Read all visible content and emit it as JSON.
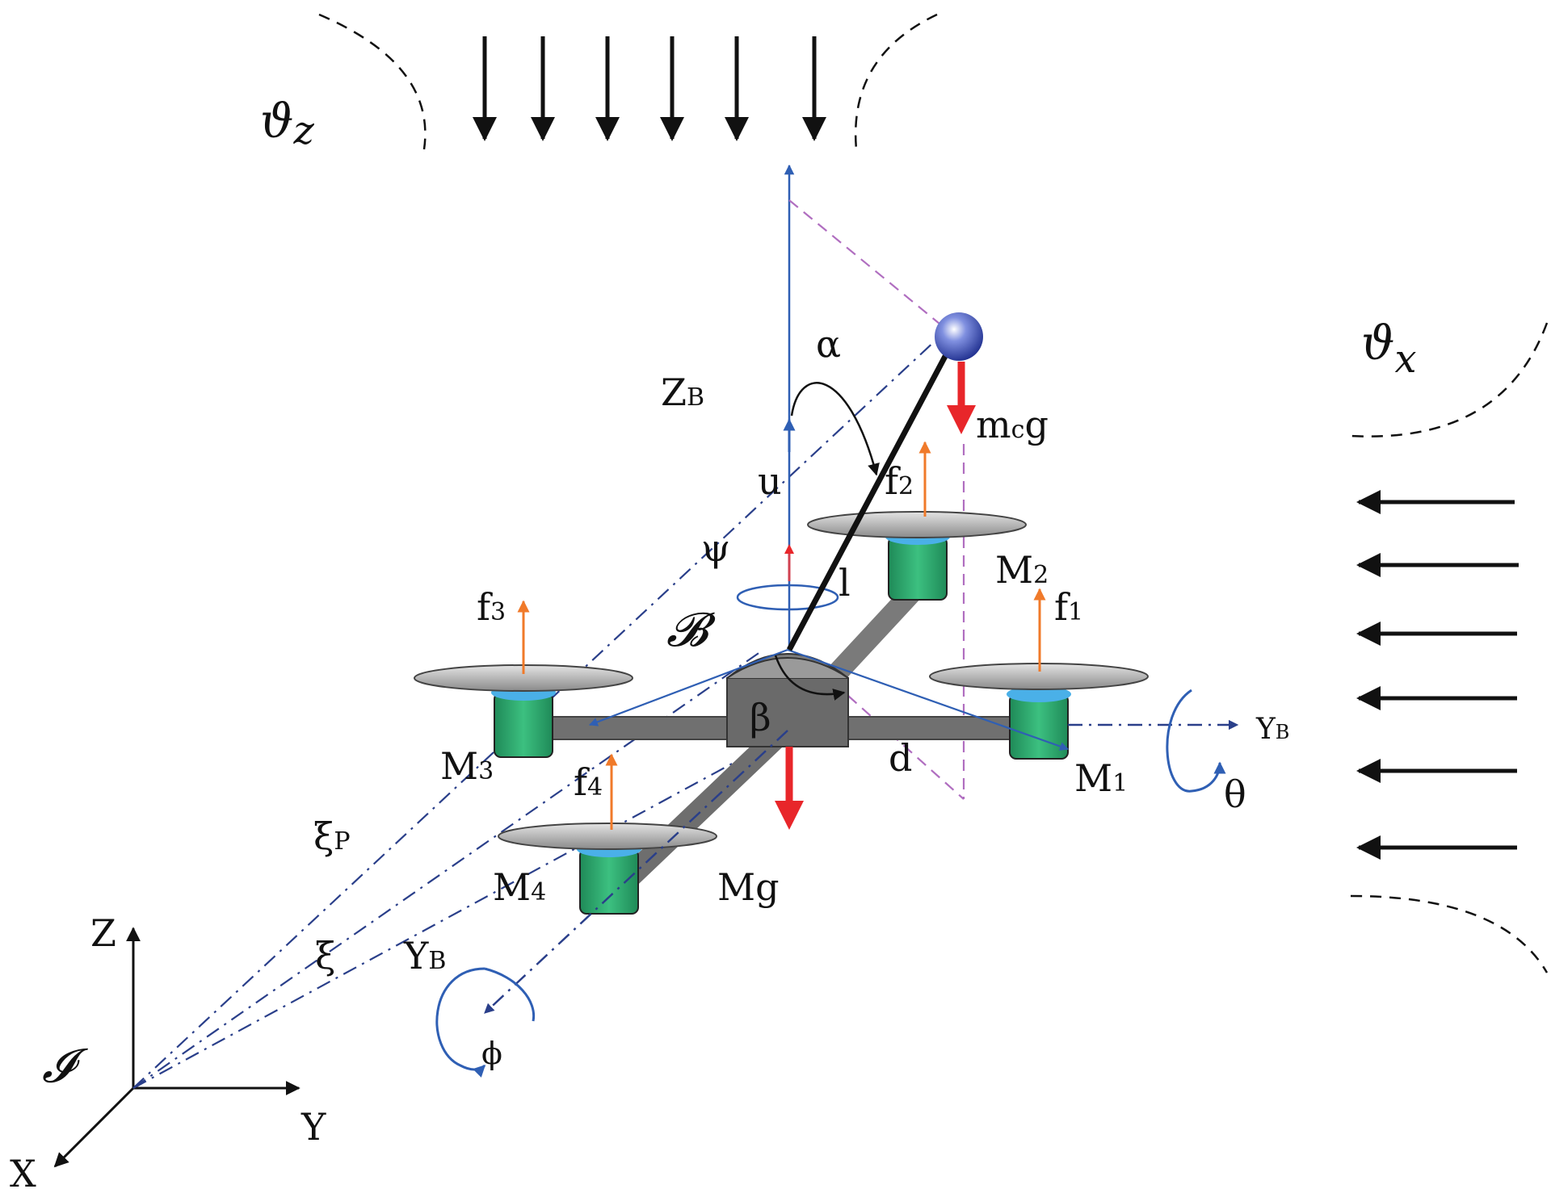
{
  "labels": {
    "theta_z": "ϑ",
    "theta_z_sub": "z",
    "theta_x": "ϑ",
    "theta_x_sub": "x",
    "alpha": "α",
    "zb": "Z",
    "zb_sub": "B",
    "mcg": "m",
    "mcg_sub": "c",
    "mcg_g": "g",
    "u": "u",
    "f2": "f",
    "f2_sub": "2",
    "psi": "ψ",
    "m2": "M",
    "m2_sub": "2",
    "f1": "f",
    "f1_sub": "1",
    "f3": "f",
    "f3_sub": "3",
    "l": "l",
    "body_frame": "𝓑",
    "beta": "β",
    "yb_right": "Y",
    "yb_right_sub": "B",
    "m3": "M",
    "m3_sub": "3",
    "d": "d",
    "m1": "M",
    "m1_sub": "1",
    "theta": "θ",
    "f4": "f",
    "f4_sub": "4",
    "xi_p": "ξ",
    "xi_p_sub": "P",
    "mg": "Mg",
    "m4": "M",
    "m4_sub": "4",
    "z_axis": "Z",
    "xi": "ξ",
    "yb_lower": "Y",
    "yb_lower_sub": "B",
    "inertial_frame": "𝓘",
    "phi": "ϕ",
    "y_axis": "Y",
    "x_axis": "X"
  },
  "colors": {
    "blue_axis": "#2f5fb4",
    "dash_navy": "#2a3f8a",
    "purple_dash": "#b06ec0",
    "red_force": "#e8262a",
    "orange_force": "#f07a2a",
    "motor_green": "#2aa06a",
    "rotor_grey": "#b9b9b9",
    "arm_grey": "#6e6e6e",
    "hub_grey": "#7c7c7c",
    "load_blue": "#3348b8"
  }
}
